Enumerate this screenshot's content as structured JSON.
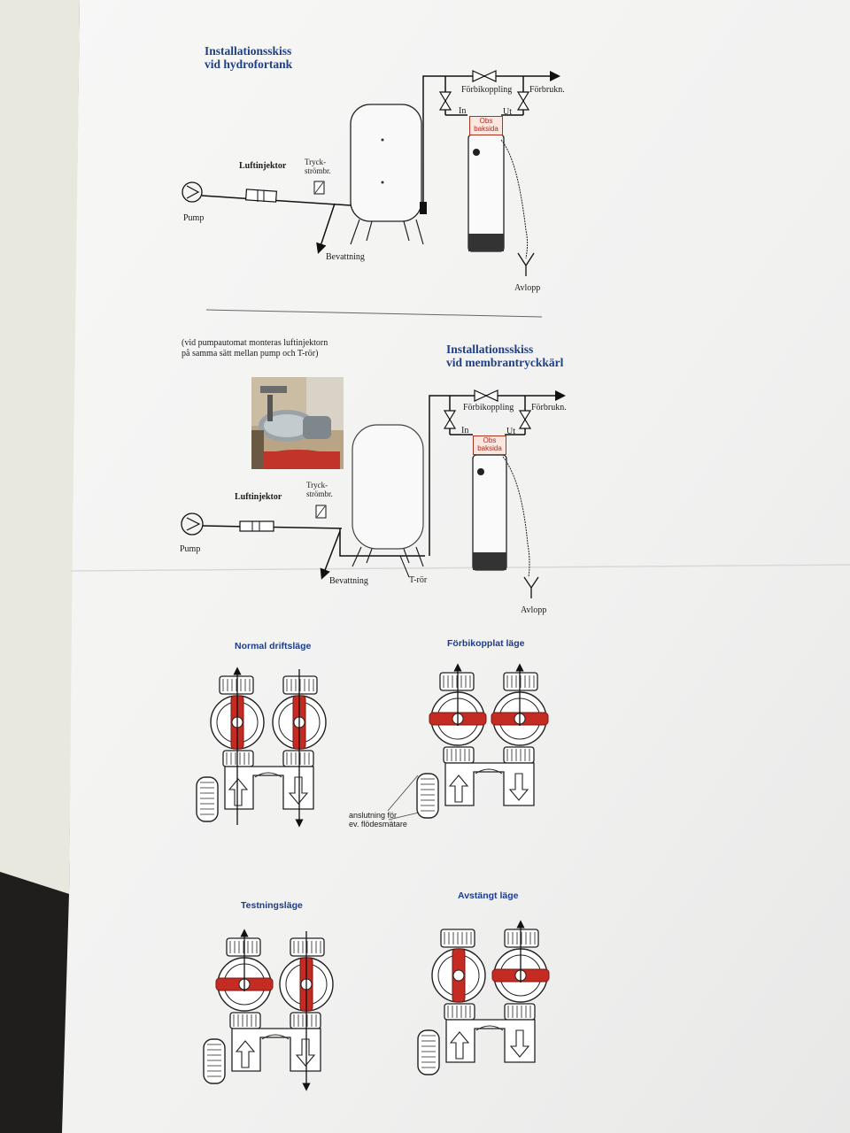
{
  "diagram1": {
    "title_line1": "Installationsskiss",
    "title_line2": "vid hydrofortank",
    "bypass_label": "Förbikoppling",
    "consumption_label": "Förbrukn.",
    "in_label": "In",
    "out_label": "Ut",
    "obs_line1": "Obs",
    "obs_line2": "baksida",
    "air_injector_label": "Luftinjektor",
    "pressure_switch_line1": "Tryck-",
    "pressure_switch_line2": "strömbr.",
    "pump_label": "Pump",
    "irrigation_label": "Bevattning",
    "drain_label": "Avlopp"
  },
  "diagram2": {
    "title_line1": "Installationsskiss",
    "title_line2": "vid membrantryckkärl",
    "note_line1": "(vid pumpautomat monteras luftinjektorn",
    "note_line2": "på samma sätt mellan pump och T-rör)",
    "bypass_label": "Förbikoppling",
    "consumption_label": "Förbrukn.",
    "in_label": "In",
    "out_label": "Ut",
    "obs_line1": "Obs",
    "obs_line2": "baksida",
    "air_injector_label": "Luftinjektor",
    "pressure_switch_line1": "Tryck-",
    "pressure_switch_line2": "strömbr.",
    "pump_label": "Pump",
    "irrigation_label": "Bevattning",
    "t_pipe_label": "T-rör",
    "drain_label": "Avlopp"
  },
  "valve_modes": {
    "normal": "Normal driftsläge",
    "bypass": "Förbikopplat läge",
    "test": "Testningsläge",
    "closed": "Avstängt läge",
    "flowmeter_line1": "anslutning för",
    "flowmeter_line2": "ev. flödesmätare"
  },
  "colors": {
    "paper": "#f4f4f2",
    "title_blue": "#1f3f86",
    "valve_red": "#c42b22",
    "ink": "#1b1b1b"
  }
}
